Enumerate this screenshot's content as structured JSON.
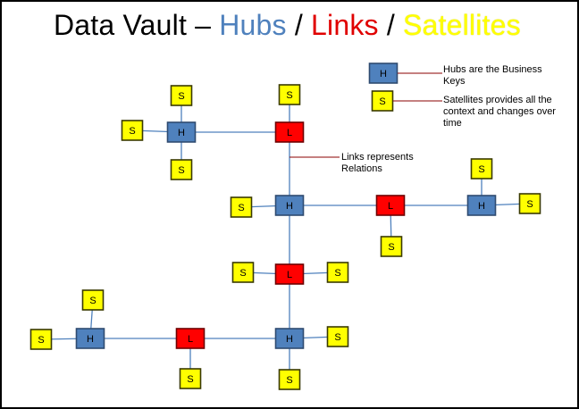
{
  "title": {
    "prefix": "Data Vault – ",
    "hubs": "Hubs",
    "sep1": " / ",
    "links": "Links",
    "sep2": " / ",
    "satellites": "Satellites"
  },
  "colors": {
    "hub": "#4f81bd",
    "link": "#ff0000",
    "satellite": "#ffff00",
    "edge": "#4f81bd",
    "callout": "#8b0000"
  },
  "legend": {
    "hub_letter": "H",
    "satellite_letter": "S",
    "hub_text": "Hubs are the Business Keys",
    "satellite_text": "Satellites provides all the context and changes over time"
  },
  "callout": {
    "link_text": "Links represents Relations"
  },
  "nodes": [
    {
      "id": "h1",
      "type": "hub",
      "letter": "H"
    },
    {
      "id": "h2",
      "type": "hub",
      "letter": "H"
    },
    {
      "id": "h3",
      "type": "hub",
      "letter": "H"
    },
    {
      "id": "h4",
      "type": "hub",
      "letter": "H"
    },
    {
      "id": "h5",
      "type": "hub",
      "letter": "H"
    },
    {
      "id": "l1",
      "type": "link",
      "letter": "L"
    },
    {
      "id": "l2",
      "type": "link",
      "letter": "L"
    },
    {
      "id": "l3",
      "type": "link",
      "letter": "L"
    },
    {
      "id": "l4",
      "type": "link",
      "letter": "L"
    },
    {
      "id": "s1",
      "type": "satellite",
      "letter": "S"
    },
    {
      "id": "s2",
      "type": "satellite",
      "letter": "S"
    },
    {
      "id": "s3",
      "type": "satellite",
      "letter": "S"
    },
    {
      "id": "s4",
      "type": "satellite",
      "letter": "S"
    },
    {
      "id": "s5",
      "type": "satellite",
      "letter": "S"
    },
    {
      "id": "s6",
      "type": "satellite",
      "letter": "S"
    },
    {
      "id": "s7",
      "type": "satellite",
      "letter": "S"
    },
    {
      "id": "s8",
      "type": "satellite",
      "letter": "S"
    },
    {
      "id": "s9",
      "type": "satellite",
      "letter": "S"
    },
    {
      "id": "s10",
      "type": "satellite",
      "letter": "S"
    },
    {
      "id": "s11",
      "type": "satellite",
      "letter": "S"
    },
    {
      "id": "s12",
      "type": "satellite",
      "letter": "S"
    },
    {
      "id": "s13",
      "type": "satellite",
      "letter": "S"
    },
    {
      "id": "s14",
      "type": "satellite",
      "letter": "S"
    },
    {
      "id": "s15",
      "type": "satellite",
      "letter": "S"
    },
    {
      "id": "s16",
      "type": "satellite",
      "letter": "S"
    },
    {
      "id": "s17",
      "type": "satellite",
      "letter": "S"
    }
  ],
  "edges": [
    [
      "h1",
      "l1"
    ],
    [
      "h1",
      "s1"
    ],
    [
      "h1",
      "s2"
    ],
    [
      "h1",
      "s3"
    ],
    [
      "l1",
      "s4"
    ],
    [
      "l1",
      "h2"
    ],
    [
      "h2",
      "s5"
    ],
    [
      "h2",
      "l2"
    ],
    [
      "l2",
      "s6"
    ],
    [
      "l2",
      "h3"
    ],
    [
      "h3",
      "s7"
    ],
    [
      "h3",
      "s8"
    ],
    [
      "h2",
      "l3"
    ],
    [
      "l3",
      "s9"
    ],
    [
      "l3",
      "s10"
    ],
    [
      "l3",
      "h4"
    ],
    [
      "h4",
      "s11"
    ],
    [
      "h4",
      "s12"
    ],
    [
      "h4",
      "l4"
    ],
    [
      "l4",
      "s13"
    ],
    [
      "l4",
      "h5"
    ],
    [
      "h5",
      "s14"
    ],
    [
      "h5",
      "s15"
    ]
  ]
}
